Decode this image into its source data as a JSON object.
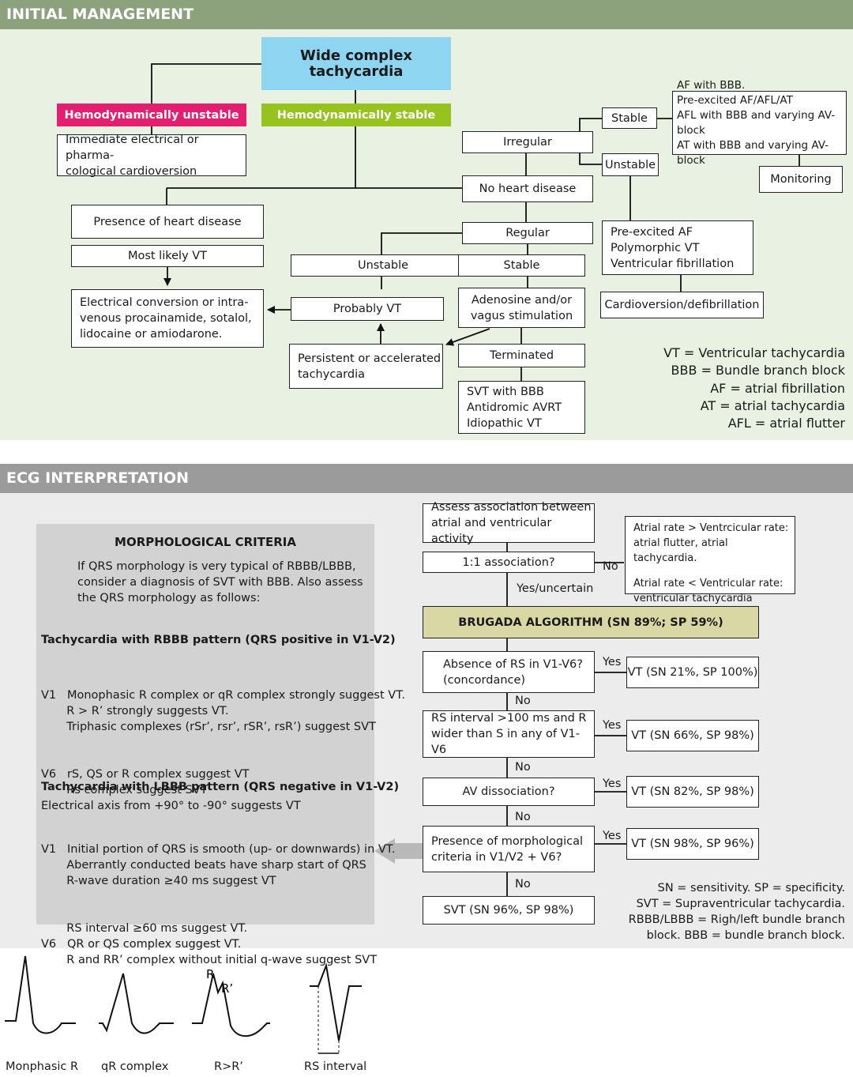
{
  "initial_management": {
    "header": "INITIAL MANAGEMENT",
    "wide_complex": "Wide complex tachycardia",
    "unstable": "Hemodynamically unstable",
    "stable": "Hemodynamically stable",
    "immediate_cardioversion": [
      "Immediate electrical or pharma-",
      "cological cardioversion"
    ],
    "heart_disease": "Presence of heart disease",
    "most_likely_vt": "Most likely VT",
    "electrical_conversion": [
      "Electrical conversion or intra-",
      "venous procainamide, sotalol,",
      "lidocaine or amiodarone."
    ],
    "no_heart_disease": "No heart disease",
    "irregular": "Irregular",
    "stable_irregular": "Stable",
    "unstable_irregular": "Unstable",
    "af_list": [
      "AF with BBB.",
      "Pre-excited AF/AFL/AT",
      "AFL with BBB and varying AV-block",
      "AT with BBB and varying AV-block"
    ],
    "monitoring": "Monitoring",
    "preexcited_list": [
      "Pre-excited AF",
      "Polymorphic VT",
      "Ventricular fibrillation"
    ],
    "cardioversion_defib": "Cardioversion/defibrillation",
    "regular": "Regular",
    "unstable_regular": "Unstable",
    "stable_regular": "Stable",
    "probably_vt": "Probably VT",
    "adenosine": [
      "Adenosine and/or",
      "vagus stimulation"
    ],
    "persistent": [
      "Persistent or accelerated",
      "tachycardia"
    ],
    "terminated": "Terminated",
    "terminated_list": [
      "SVT with BBB",
      "Antidromic AVRT",
      "Idiopathic VT"
    ],
    "legend": [
      "VT = Ventricular tachycardia",
      "BBB = Bundle branch block",
      "AF = atrial fibrillation",
      "AT = atrial tachycardia",
      "AFL = atrial flutter"
    ]
  },
  "ecg": {
    "header": "ECG INTERPRETATION",
    "morph_title": "MORPHOLOGICAL CRITERIA",
    "morph_intro": [
      "If QRS morphology is very typical of RBBB/LBBB,",
      "consider a diagnosis of SVT with BBB. Also assess",
      "the QRS morphology as follows:"
    ],
    "rbbb_title": "Tachycardia with RBBB pattern (QRS positive in V1-V2)",
    "rbbb_lines": [
      "V1   Monophasic R complex or qR complex strongly suggest VT.",
      "       R > R’ strongly suggests VT.",
      "       Triphasic complexes (rSr’, rsr’, rSR’, rsR’) suggest SVT",
      "V6   rS, QS or R complex suggest VT",
      "       Rs complex suggest SVT",
      "Electrical axis from +90° to -90° suggests VT"
    ],
    "lbbb_title": "Tachycardia with LBBB pattern (QRS negative in V1-V2)",
    "lbbb_lines": [
      "V1   Initial portion of QRS is smooth (up- or downwards) in VT.",
      "       Aberrantly conducted beats have sharp start of QRS",
      "       R-wave duration ≥40 ms suggest VT",
      "       RS interval ≥60 ms suggest VT.",
      "V6   QR or QS complex suggest VT.",
      "       R and RR’ complex without initial q-wave suggest SVT"
    ],
    "assess": [
      "Assess association between",
      "atrial and ventricular activity"
    ],
    "association": "1:1 association?",
    "no": "No",
    "yes_uncertain": "Yes/uncertain",
    "atrial_gt": [
      "Atrial rate > Ventrcicular rate:",
      "atrial flutter, atrial tachycardia."
    ],
    "atrial_lt": [
      "Atrial rate < Ventricular rate:",
      "ventricular tachycardia"
    ],
    "brugada": "BRUGADA ALGORITHM (SN 89%; SP 59%)",
    "absence_rs": [
      "Absence of RS in V1-V6?",
      "(concordance)"
    ],
    "rs_interval": [
      "RS interval >100 ms and R",
      "wider than S in any of V1-V6"
    ],
    "av_dissociation": "AV dissociation?",
    "morph_presence": [
      "Presence of morphological",
      "criteria in V1/V2 + V6?"
    ],
    "svt_result": "SVT (SN 96%, SP 98%)",
    "yes": "Yes",
    "vt_results": [
      "VT (SN 21%, SP 100%)",
      "VT (SN 66%, SP 98%)",
      "VT (SN 82%, SP 98%)",
      "VT (SN 98%, SP 96%)"
    ],
    "legend": [
      "SN = sensitivity. SP = specificity.",
      "SVT = Supraventricular tachycardia.",
      "RBBB/LBBB = Righ/left bundle branch",
      "block. BBB = bundle branch block."
    ]
  },
  "waveforms": {
    "labels": [
      "Monphasic R",
      "qR complex",
      "R>R’",
      "RS interval"
    ],
    "r_label": "R",
    "r_prime_label": "R’"
  },
  "colors": {
    "green_band": "#8ba27c",
    "green_panel": "#e9f1e3",
    "gray_band": "#9b9b9b",
    "gray_panel": "#ececec",
    "criteria_box": "#d2d2d2",
    "wide_complex": "#8ed5f2",
    "unstable": "#e3206f",
    "stable": "#97c31f",
    "brugada": "#d9d8a5"
  }
}
